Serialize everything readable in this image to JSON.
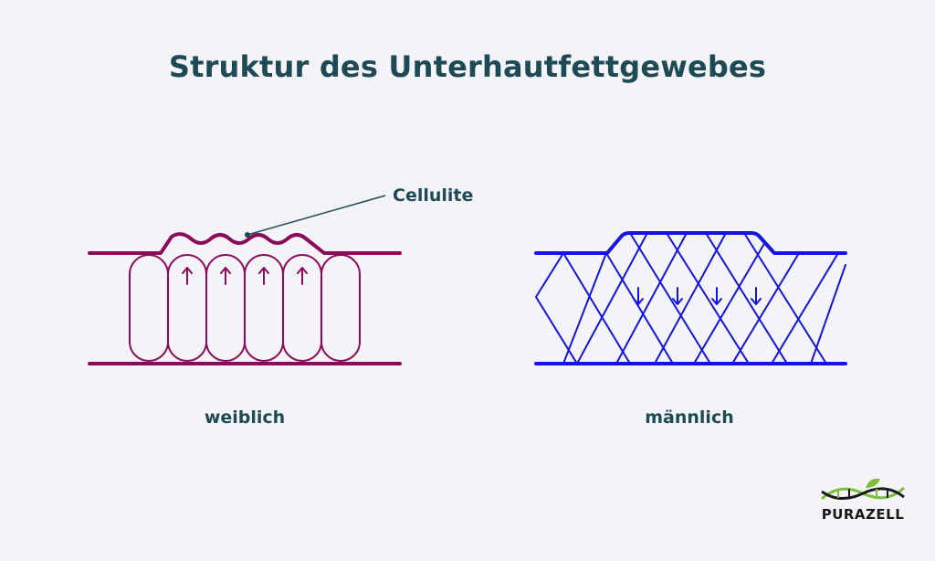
{
  "title": "Struktur des Unterhautfettgewebes",
  "annotation": "Cellulite",
  "captions": {
    "female": "weiblich",
    "male": "männlich"
  },
  "logo": {
    "text": "PURAZELL"
  },
  "colors": {
    "background": "#f3f3f8",
    "title": "#1e4a55",
    "female": "#8b0a5a",
    "male": "#1414e0",
    "logo_green": "#7cbf3a",
    "logo_dark": "#1a1a1a"
  }
}
